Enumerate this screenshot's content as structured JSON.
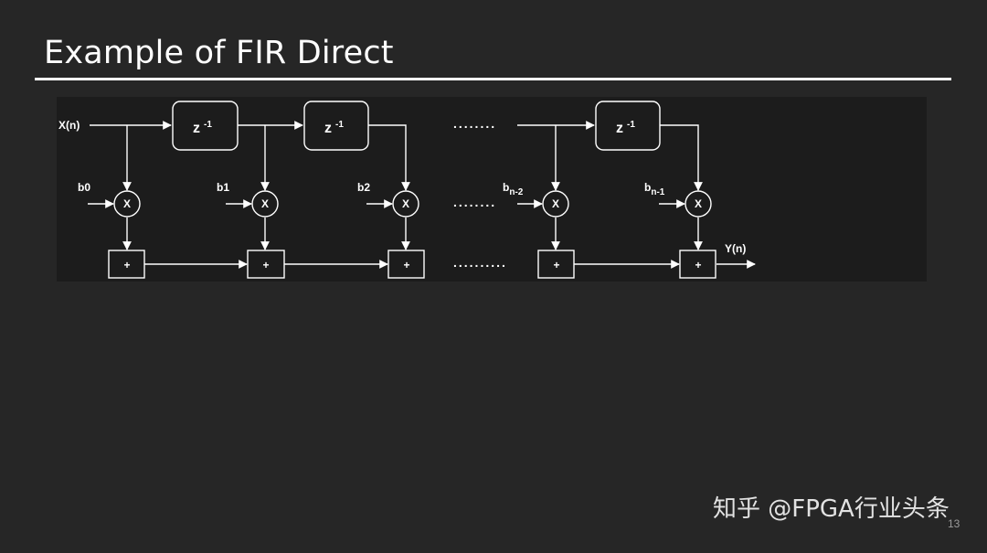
{
  "slide": {
    "title": "Example of FIR Direct",
    "page_number": "13"
  },
  "diagram": {
    "input_label": "X(n)",
    "output_label": "Y(n)",
    "delay_label_base": "z",
    "delay_label_exp": "-1",
    "multiplier_symbol": "X",
    "adder_symbol": "+",
    "coefficients": [
      {
        "base": "b0",
        "sub": ""
      },
      {
        "base": "b1",
        "sub": ""
      },
      {
        "base": "b2",
        "sub": ""
      },
      {
        "base": "b",
        "sub": "n-2"
      },
      {
        "base": "b",
        "sub": "n-1"
      }
    ],
    "ellipsis": "........",
    "ellipsis_mid": "........",
    "ellipsis_bottom": ".........."
  },
  "watermark": {
    "text": "知乎 @FPGA行业头条"
  },
  "colors": {
    "background": "#262626",
    "panel": "#1c1c1c",
    "line": "#ffffff"
  }
}
